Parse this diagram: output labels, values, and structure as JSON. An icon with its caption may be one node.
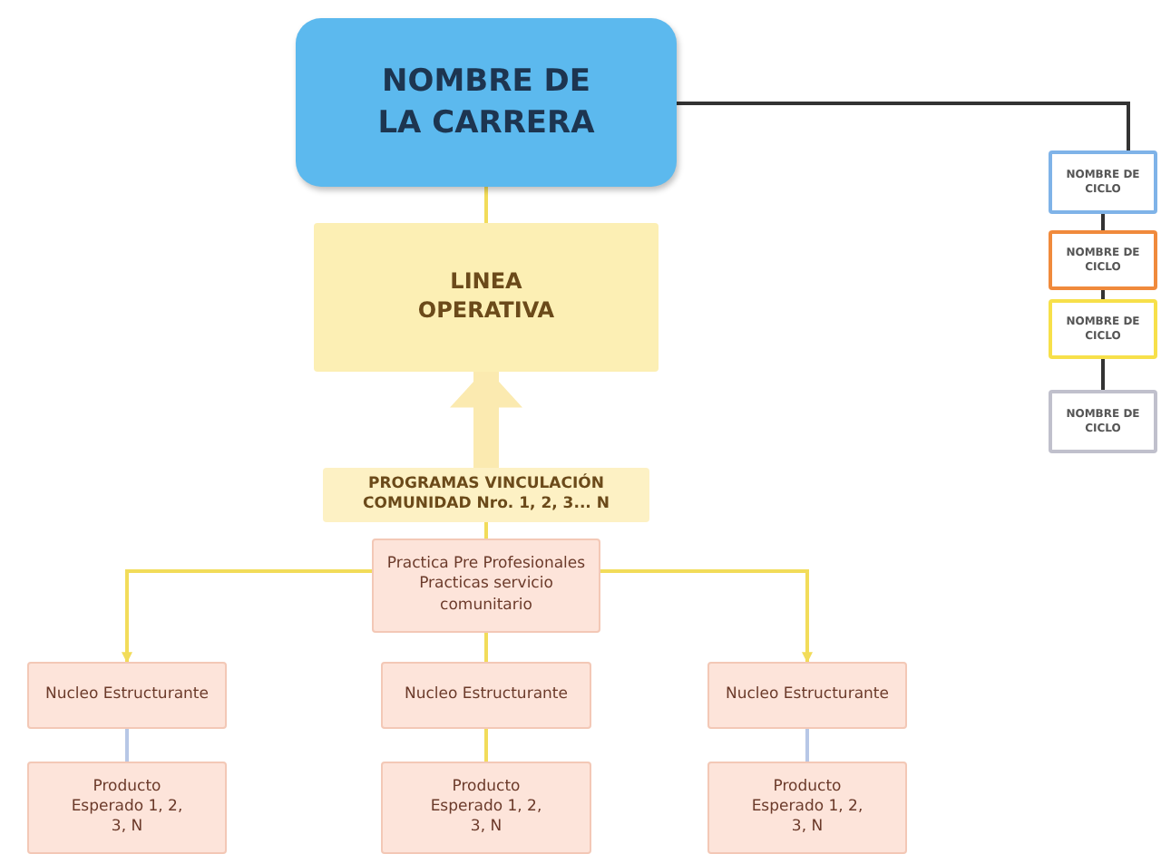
{
  "diagram": {
    "nodes": [
      {
        "text": [
          "NOMBRE DE LA CARRERA"
        ]
      },
      {
        "text": [
          "LINEA OPERATIVA"
        ]
      },
      {
        "text": [
          "PROGRAMAS VINCULACIÓN COMUNIDAD Nro. 1, 2, 3... N"
        ]
      },
      {
        "text": [
          "Practica Pre Profesionales Practicas servicio comunitario"
        ]
      },
      {
        "text": [
          "Nucleo Estructurante"
        ]
      },
      {
        "text": [
          "Nucleo Estructurante"
        ]
      },
      {
        "text": [
          "Nucleo Estructurante"
        ]
      },
      {
        "text": [
          "Producto Esperado 1, 2, 3, N"
        ]
      },
      {
        "text": [
          "Producto Esperado 1, 2, 3, N"
        ]
      },
      {
        "text": [
          "Producto Esperado 1, 2, 3, N"
        ]
      },
      {
        "text": [
          "NOMBRE DE CICLO"
        ]
      },
      {
        "text": [
          "NOMBRE DE CICLO"
        ]
      },
      {
        "text": [
          "NOMBRE DE CICLO"
        ]
      },
      {
        "text": [
          "NOMBRE DE CICLO"
        ]
      }
    ],
    "edges": [
      {
        "from": 0,
        "to": 1,
        "arrow": "none"
      },
      {
        "from": 2,
        "to": 1,
        "arrow": "to",
        "style": "thick"
      },
      {
        "from": 2,
        "to": 3,
        "arrow": "none"
      },
      {
        "from": 3,
        "to": 4,
        "arrow": "to"
      },
      {
        "from": 3,
        "to": 5,
        "arrow": "none"
      },
      {
        "from": 3,
        "to": 6,
        "arrow": "to"
      },
      {
        "from": 4,
        "to": 7,
        "arrow": "none",
        "color": "#b7c7e6"
      },
      {
        "from": 5,
        "to": 8,
        "arrow": "none"
      },
      {
        "from": 6,
        "to": 9,
        "arrow": "none",
        "color": "#b7c7e6"
      },
      {
        "from": 0,
        "to": 10,
        "arrow": "none",
        "color": "#333333"
      },
      {
        "from": 10,
        "to": 11,
        "arrow": "none",
        "color": "#333333"
      },
      {
        "from": 11,
        "to": 12,
        "arrow": "none",
        "color": "#333333"
      },
      {
        "from": 12,
        "to": 13,
        "arrow": "none",
        "color": "#333333"
      }
    ]
  }
}
